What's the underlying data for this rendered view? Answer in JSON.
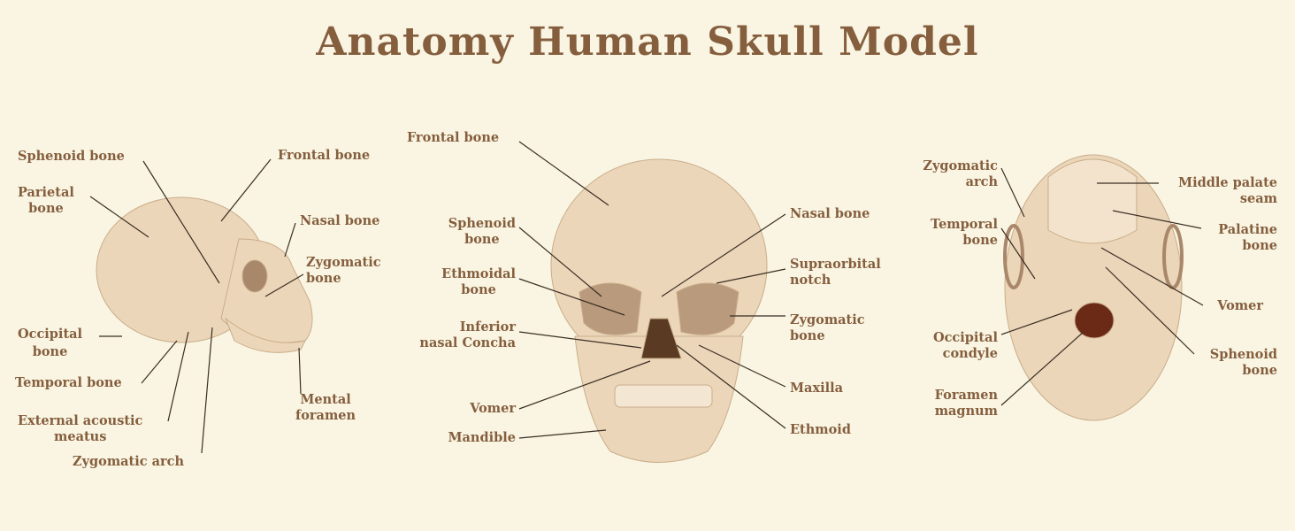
{
  "title": "Anatomy Human Skull Model",
  "colors": {
    "text": "#855e3e",
    "background": "#f9f5e2",
    "bone": "#ecd6b9",
    "leader_line": "#3a2e24"
  },
  "lateral_view": {
    "sphenoid": "Sphenoid bone",
    "frontal": "Frontal bone",
    "parietal": [
      "Parietal",
      "bone"
    ],
    "nasal": "Nasal bone",
    "zygomatic": [
      "Zygomatic",
      "bone"
    ],
    "occipital": [
      "Occipital",
      "bone"
    ],
    "temporal": "Temporal bone",
    "acoustic": [
      "External acoustic",
      "meatus"
    ],
    "zygomatic_arch": "Zygomatic arch",
    "mental": [
      "Mental",
      "foramen"
    ]
  },
  "frontal_view": {
    "frontal": "Frontal bone",
    "sphenoid": [
      "Sphenoid",
      "bone"
    ],
    "ethmoidal": [
      "Ethmoidal",
      "bone"
    ],
    "concha": [
      "Inferior",
      "nasal Concha"
    ],
    "vomer": "Vomer",
    "mandible": "Mandible",
    "nasal": "Nasal bone",
    "supraorbital": [
      "Supraorbital",
      "notch"
    ],
    "zygomatic": [
      "Zygomatic",
      "bone"
    ],
    "maxilla": "Maxilla",
    "ethmoid": "Ethmoid"
  },
  "inferior_view": {
    "zygomatic_arch": [
      "Zygomatic",
      "arch"
    ],
    "temporal": [
      "Temporal",
      "bone"
    ],
    "condyle": [
      "Occipital",
      "condyle"
    ],
    "foramen": [
      "Foramen",
      "magnum"
    ],
    "palate_seam": [
      "Middle palate",
      "seam"
    ],
    "palatine": [
      "Palatine",
      "bone"
    ],
    "vomer": "Vomer",
    "sphenoid": [
      "Sphenoid",
      "bone"
    ]
  }
}
